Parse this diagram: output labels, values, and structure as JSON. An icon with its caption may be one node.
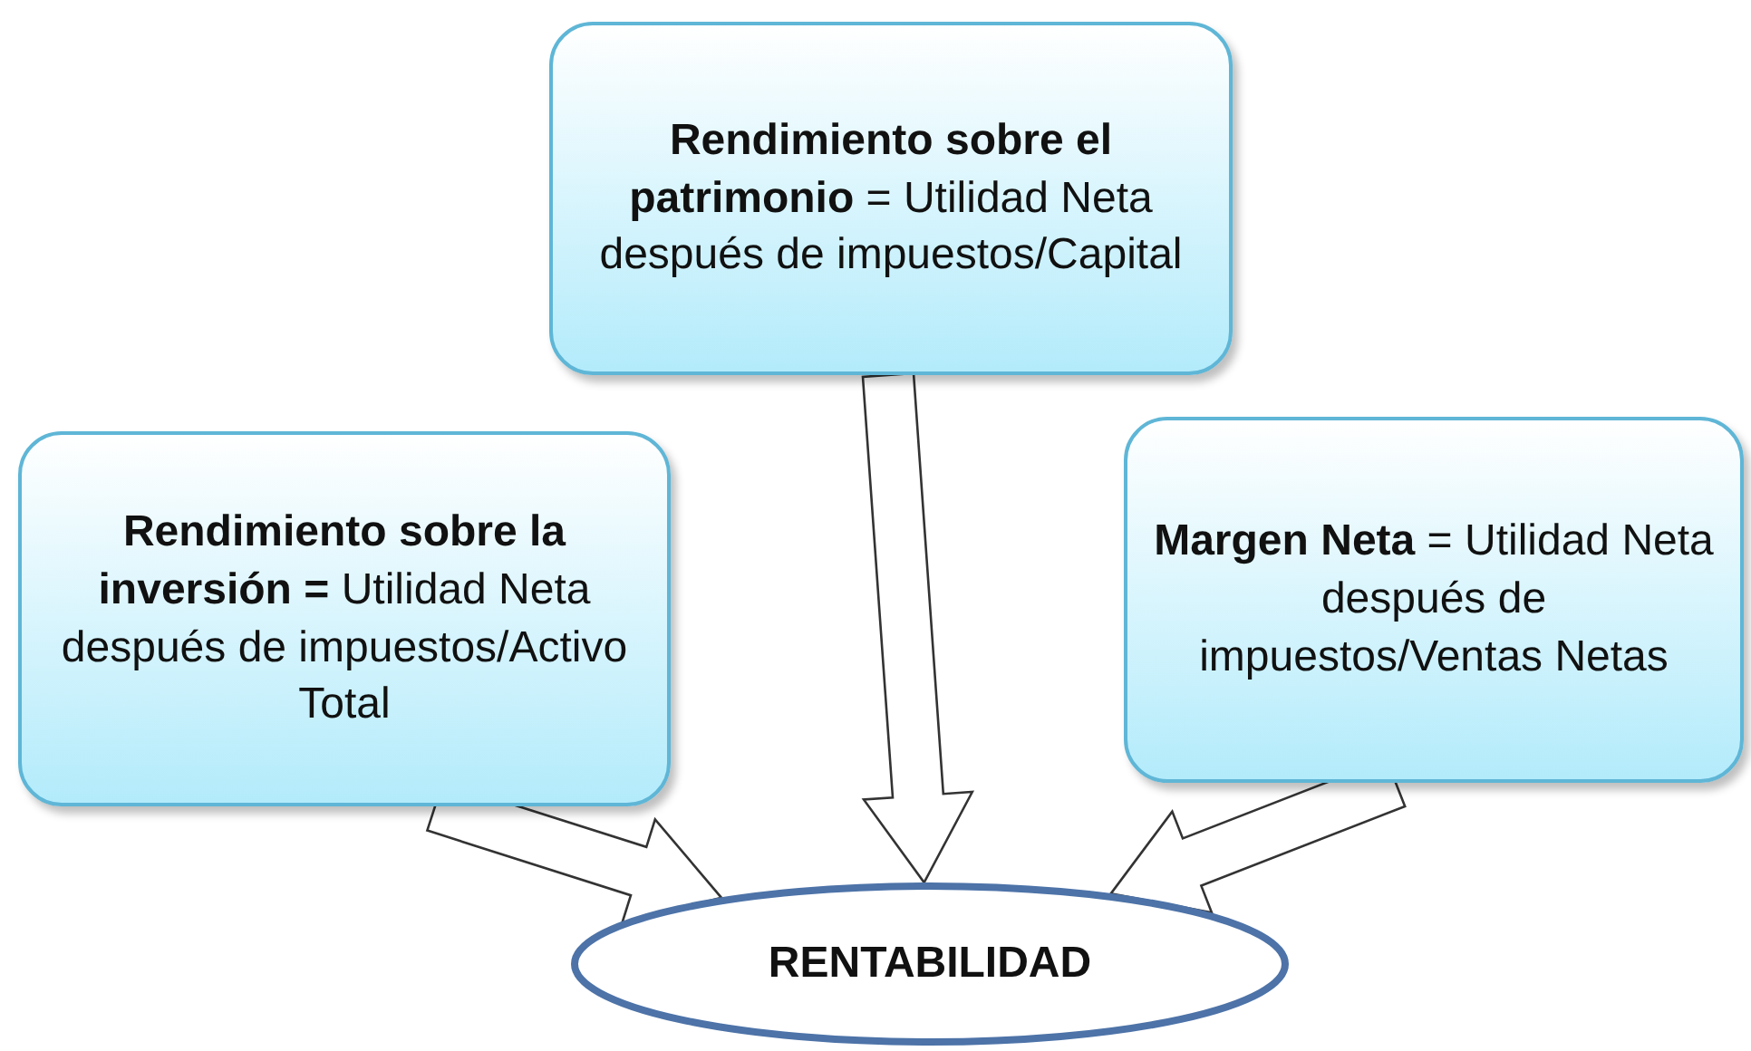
{
  "diagram": {
    "nodes": [
      {
        "text": [
          "**Rendimiento sobre el patrimonio** = Utilidad Neta después de impuestos/Capital"
        ]
      },
      {
        "text": [
          "**Rendimiento sobre la inversión =** Utilidad Neta después de impuestos/Activo Total"
        ]
      },
      {
        "text": [
          "**Margen Neta** = Utilidad Neta después de impuestos/Ventas Netas"
        ]
      },
      {
        "text": [
          "RENTABILIDAD"
        ]
      }
    ],
    "edges": [
      {
        "from": 1,
        "to": 3,
        "arrow": "to"
      },
      {
        "from": 0,
        "to": 3,
        "arrow": "to"
      },
      {
        "from": 2,
        "to": 3,
        "arrow": "to"
      }
    ]
  }
}
